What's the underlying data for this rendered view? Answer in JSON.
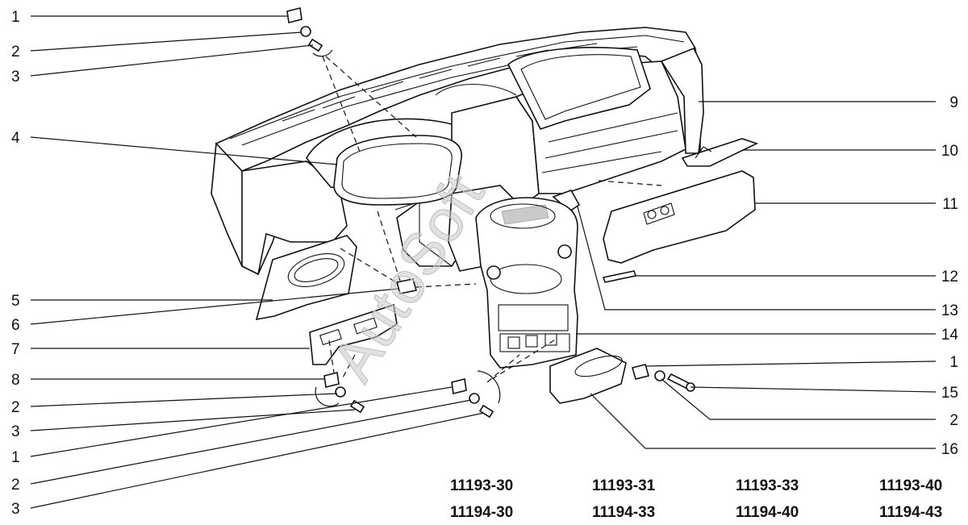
{
  "callouts": {
    "left": [
      "1",
      "2",
      "3",
      "4",
      "5",
      "6",
      "7",
      "8",
      "2",
      "3",
      "1",
      "2",
      "3"
    ],
    "right": [
      "9",
      "10",
      "11",
      "12",
      "13",
      "14",
      "1",
      "15",
      "2",
      "16"
    ]
  },
  "model_codes": {
    "row1": [
      "11193-30",
      "11193-31",
      "11193-33",
      "11193-40"
    ],
    "row2": [
      "11194-30",
      "11194-33",
      "11194-40",
      "11194-43"
    ]
  },
  "watermark": "AutoSoft"
}
